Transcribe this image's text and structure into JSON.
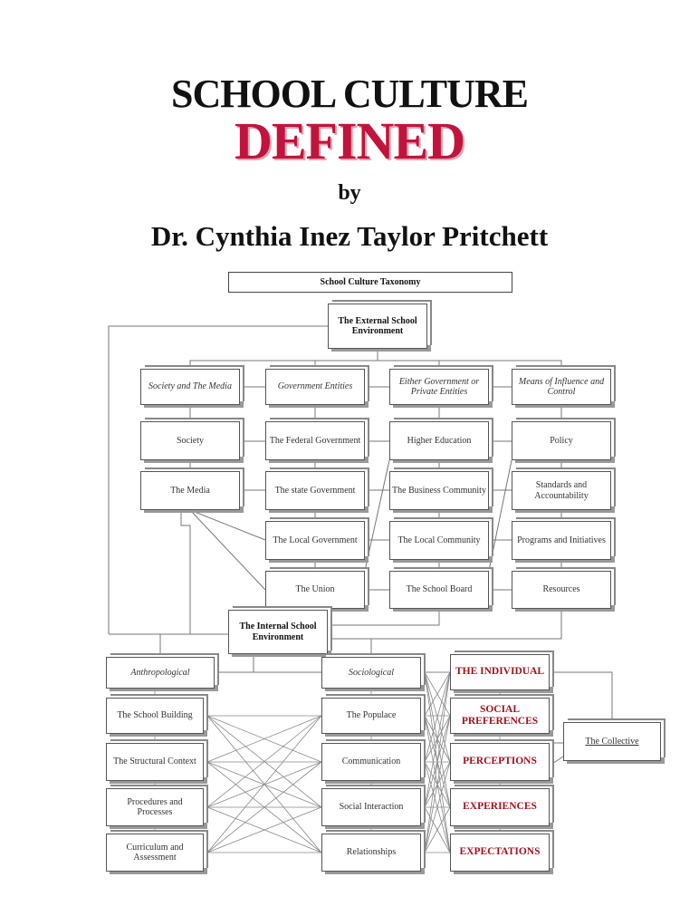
{
  "cover": {
    "title_line1": "SCHOOL CULTURE",
    "title_line2": "DEFINED",
    "by": "by",
    "author": "Dr. Cynthia Inez Taylor Pritchett"
  },
  "diagram": {
    "title": "School Culture Taxonomy",
    "external": "The External School Environment",
    "headers": [
      "Society and The Media",
      "Government Entities",
      "Either Government or Private Entities",
      "Means of Influence and Control"
    ],
    "col1": [
      "Society",
      "The Media"
    ],
    "col2": [
      "The Federal Government",
      "The state Government",
      "The Local Government",
      "The Union"
    ],
    "col3": [
      "Higher Education",
      "The Business Community",
      "The Local Community",
      "The School Board"
    ],
    "col4": [
      "Policy",
      "Standards and Accountability",
      "Programs and Initiatives",
      "Resources"
    ],
    "internal": "The Internal School Environment",
    "anthropological": "Anthropological",
    "sociological": "Sociological",
    "anthro_items": [
      "The School Building",
      "The Structural Context",
      "Procedures and Processes",
      "Curriculum and Assessment"
    ],
    "socio_items": [
      "The Populace",
      "Communication",
      "Social Interaction",
      "Relationships"
    ],
    "individual": "THE INDIVIDUAL",
    "individual_items": [
      "SOCIAL PREFERENCES",
      "PERCEPTIONS",
      "EXPERIENCES",
      "EXPECTATIONS"
    ],
    "collective": "The Collective",
    "accent_color": "#c0143c"
  }
}
